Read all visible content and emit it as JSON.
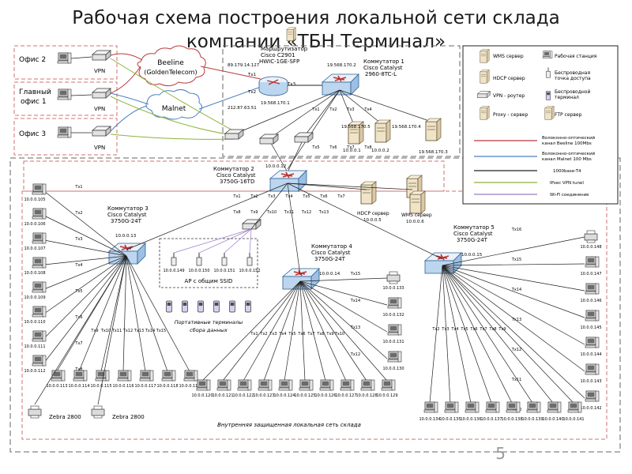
{
  "slide": {
    "title_line1": "Рабочая схема построения локальной сети склада",
    "title_line2": "компании «ТБН Терминал»",
    "number": "5"
  },
  "offices": {
    "office2": "Офис 2",
    "main_office_l1": "Главный",
    "main_office_l2": "офис 1",
    "office3": "Офис 3",
    "vpn": "VPN"
  },
  "clouds": {
    "beeline_l1": "Beeline",
    "beeline_l2": "(GoldenTelecom)",
    "malnet": "Malnet"
  },
  "router": {
    "name_l1": "Маршрутизатор",
    "name_l2": "Cisco C2901",
    "name_l3": "HWIC-1GE-SFP",
    "ip_beeline": "89.179.14.127",
    "ip_malnet": "212.87.63.51",
    "ip_lan": "19.568.170.1",
    "tx1": "Tx1",
    "tx2": "Tx2",
    "tx3": "Tx3"
  },
  "switch1": {
    "name_l1": "Коммутатор 1",
    "name_l2": "Cisco Catalyst",
    "name_l3": "2960-8TC-L",
    "ip": "19.568.170.2",
    "tx_labels": [
      "Tx1",
      "Tx2",
      "Tx3",
      "Tx4",
      "Tx5",
      "Tx6",
      "Tx7",
      "Tx8"
    ]
  },
  "top_servers": [
    {
      "ip": "19.568.170.5",
      "sub": "10.0.0.1"
    },
    {
      "ip": "19.568.170.4",
      "sub": "10.0.0.2"
    },
    {
      "ip": "",
      "sub": "19.568.170.3"
    }
  ],
  "switch2": {
    "name_l1": "Коммутатор 2",
    "name_l2": "Cisco Catalyst",
    "name_l3": "3750G-16TD",
    "ip": "10.0.0.12",
    "tx_labels": [
      "Tx1",
      "Tx2",
      "Tx3",
      "Tx4",
      "Tx5",
      "Tx6",
      "Tx7",
      "Tx8",
      "Tx9",
      "Tx10",
      "Tx11",
      "Tx12",
      "Tx13"
    ]
  },
  "servers2": {
    "hdcp_name": "HDCP сервер",
    "hdcp_ip": "10.0.0.5",
    "wms_name": "WMS сервер",
    "wms_ip": "10.0.0.6"
  },
  "switch3": {
    "name_l1": "Коммутатор 3",
    "name_l2": "Cisco Catalyst",
    "name_l3": "3750G-24T",
    "ip": "10.0.0.13",
    "left_pcs": [
      "10.0.0.105",
      "10.0.0.106",
      "10.0.0.107",
      "10.0.0.108",
      "10.0.0.109",
      "10.0.0.110",
      "10.0.0.111",
      "10.0.0.112"
    ],
    "bottom_pcs": [
      "10.0.0.113",
      "10.0.0.114",
      "10.0.0.115",
      "10.0.0.116",
      "10.0.0.117",
      "10.0.0.118",
      "10.0.0.119"
    ],
    "printer1": "Zebra 2800",
    "printer2": "Zebra 2800"
  },
  "wifi": {
    "ap_ips": [
      "10.0.0.149",
      "10.0.0.150",
      "10.0.0.151",
      "10.0.0.152"
    ],
    "ap_label": "AP с общим SSID",
    "terminals_l1": "Портативные терминалы",
    "terminals_l2": "сбора данных"
  },
  "switch4": {
    "name_l1": "Коммутатор 4",
    "name_l2": "Cisco Catalyst",
    "name_l3": "3750G-24T",
    "ip": "10.0.0.14",
    "right_pcs": [
      "10.0.0.133",
      "10.0.0.132",
      "10.0.0.131",
      "10.0.0.130"
    ],
    "bottom_pcs": [
      "10.0.0.120",
      "10.0.0.121",
      "10.0.0.122",
      "10.0.0.123",
      "10.0.0.124",
      "10.0.0.125",
      "10.0.0.126",
      "10.0.0.127",
      "10.0.0.128",
      "10.0.0.129"
    ]
  },
  "switch5": {
    "name_l1": "Коммутатор 5",
    "name_l2": "Cisco Catalyst",
    "name_l3": "3750G-24T",
    "ip": "10.0.0.15",
    "right_pcs": [
      "10.0.0.148",
      "10.0.0.147",
      "10.0.0.146",
      "10.0.0.145",
      "10.0.0.144",
      "10.0.0.143",
      "10.0.0.142"
    ],
    "bottom_pcs": [
      "10.0.0.134",
      "10.0.0.135",
      "10.0.0.136",
      "10.0.0.137",
      "10.0.0.138",
      "10.0.0.139",
      "10.0.0.140",
      "10.0.0.141"
    ]
  },
  "lan_caption": "Внутренняя защищенная локальная сеть склада",
  "legend": {
    "wms": "WMS сервер",
    "workstation": "Рабочая станция",
    "hdcp": "HDCP сервер",
    "wifi_ap_l1": "Беспроводная",
    "wifi_ap_l2": "точка доступа",
    "vpn_router": "VPN - роутер",
    "terminal_l1": "Беспроводной",
    "terminal_l2": "терминал",
    "proxy": "Proxy - сервер",
    "ftp": "FTP сервер",
    "line_beeline_l1": "Волоконно-оптический",
    "line_beeline_l2": "канал Beeline 100Mbs",
    "line_malnet_l1": "Волоконно-оптический",
    "line_malnet_l2": "канал Malnet 100 Mbs",
    "line_1000": "1000base-T4",
    "line_ipsec": "IPsec VPN tunel",
    "line_wifi": "Wi-Fi соединение"
  },
  "colors": {
    "beeline_line": "#b83a3a",
    "malnet_line": "#4a7fc0",
    "vpn_line": "#8cb43a",
    "wifi_line": "#9b7bc8",
    "zone_border": "#d07070",
    "switch_fill": "#cfe2f5"
  }
}
